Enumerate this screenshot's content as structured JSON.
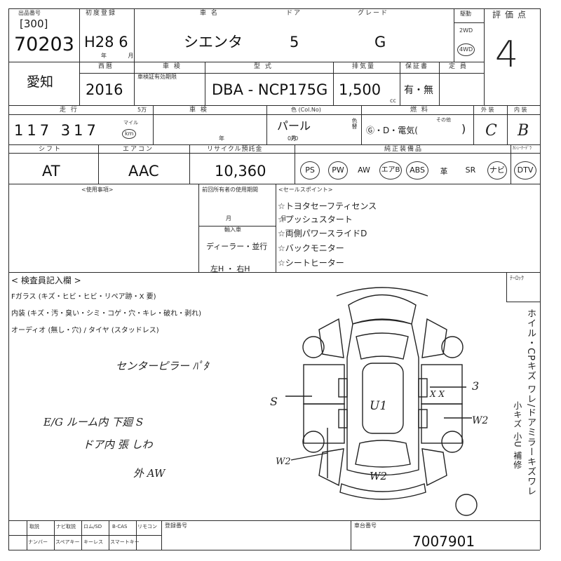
{
  "header": {
    "venue_label": "出品番号",
    "lot_prefix": "[300]",
    "lot_number": "70203",
    "first_reg_label": "初度登録",
    "first_reg_value": "H28 6",
    "first_reg_unit": "年 月",
    "model_label": "車 名",
    "model_value": "シエンタ",
    "doors_label": "ドア",
    "doors_value": "5",
    "grade_label": "グレード",
    "grade_value": "G",
    "drive_label": "駆動",
    "drive_2wd": "2WD",
    "drive_4wd": "4WD",
    "score_label": "評価点",
    "score_value": "4"
  },
  "row2": {
    "region_value": "愛知",
    "year_label": "西暦",
    "year_value": "2016",
    "inspection_label": "車 検",
    "inspection_sub": "車検証有効期限",
    "type_label": "型 式",
    "type_value": "DBA - NCP175G",
    "displacement_label": "排気量",
    "displacement_value": "1,500",
    "displacement_unit": "cc",
    "warranty_label": "保証書",
    "warranty_value": "有・無",
    "capacity_label": "定 員"
  },
  "row3": {
    "mileage_label": "走 行",
    "mileage_prefix": "5万",
    "mileage_value": "117 317",
    "mileage_unit_a": "マイル",
    "mileage_unit_b": "km",
    "inspection2_label": "車 検",
    "inspection2_date": "年 月",
    "color_label": "色 (Col.No)",
    "color_value": "パール",
    "color_code": "070",
    "color_swap": "色替",
    "fuel_label": "燃 料",
    "fuel_value": "Ⓖ・D・電気(",
    "fuel_other": "その他",
    "fuel_close": ")",
    "exterior_label": "外 装",
    "exterior_value": "C",
    "interior_label": "内 装",
    "interior_value": "B"
  },
  "row4": {
    "shift_label": "シフト",
    "shift_value": "AT",
    "ac_label": "エアコン",
    "ac_value": "AAC",
    "recycle_label": "リサイクル預託金",
    "recycle_value": "10,360",
    "equip_label": "純正装備品",
    "equip_items": [
      "PS",
      "PW",
      "AW",
      "エアB",
      "ABS",
      "革",
      "SR",
      "ナビ",
      "DTV"
    ],
    "tv_label": "ｶｼｭｰｸｰﾃﾞﾗ"
  },
  "middle": {
    "usage_label": "<使用事項>",
    "prev_label": "前回所有者の使用期間",
    "prev_unit": "月 日",
    "import_label": "輸入車",
    "import_dealer": "ディーラー・並行",
    "import_handle": "左H ・ 右H",
    "sales_label": "<セールスポイント>",
    "sales_points": [
      "☆トヨタセーフティセンス",
      "☆プッシュスタート",
      "☆両側パワースライドD",
      "☆バックモニター",
      "☆シートヒーター"
    ]
  },
  "inspector": {
    "title": "< 検査員記入欄 >",
    "glass_line": "Fガラス (キズ・ヒビ・ヒビ・リペア跡・X 要)",
    "interior_line": "内装 (キズ・汚・臭い・シミ・コゲ・穴・キレ・破れ・剥れ)",
    "audio_line": "オーディオ (無し・穴) / タイヤ (スタッドレス)",
    "hand_note1": "センターピラー ﾊﾟﾀ",
    "hand_note2": "E/G ルーム内 下廻 S",
    "hand_note3": "ドア内 張 しわ",
    "hand_note4": "外 AW"
  },
  "diagram": {
    "turlock_label": "ﾃｰﾛｯｸ",
    "mark_roof": "U1",
    "mark_rear": "W2",
    "mark_left": "S",
    "mark_left_low": "W2",
    "mark_right": "3",
    "mark_right_low": "W2",
    "mark_xx": "X X"
  },
  "side_legend": {
    "main": "ホイル・CPキズ ワレ/ドアミラーキズワレ",
    "sub": "小キズ 小U 補修"
  },
  "footer": {
    "opt_labels_top": [
      "取説",
      "ナビ取説",
      "ロム/SD",
      "B-CAS",
      "リモコン"
    ],
    "opt_labels_bottom": [
      "ナンバー",
      "スペアキー",
      "キーレス",
      "スマートキー"
    ],
    "reg_label": "登録番号",
    "chassis_label": "車台番号",
    "chassis_value": "7007901"
  }
}
